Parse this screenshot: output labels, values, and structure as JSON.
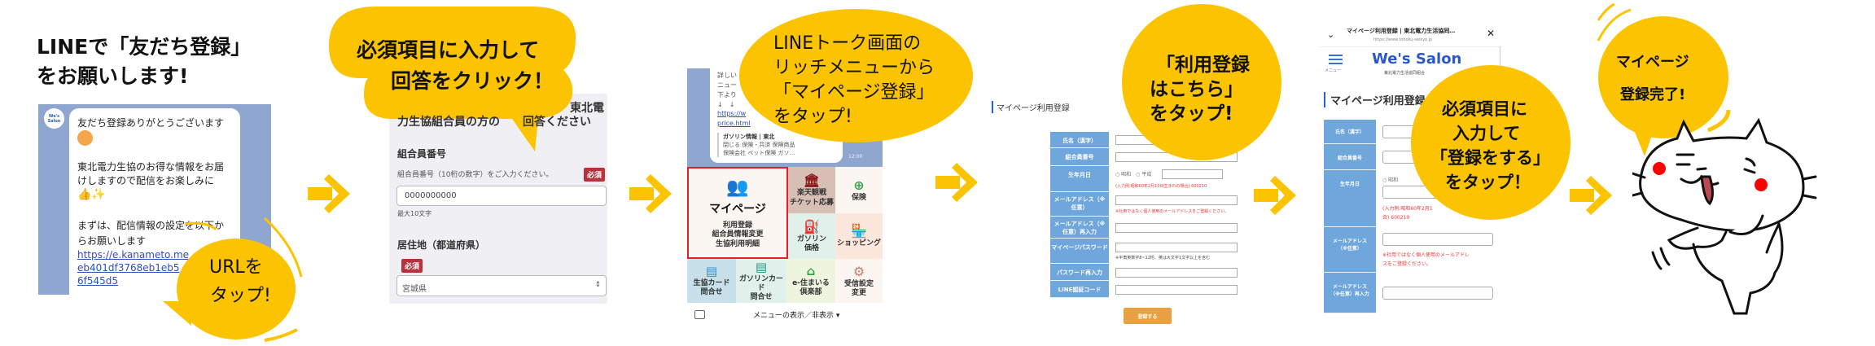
{
  "colors": {
    "accent": "#fcc400",
    "line_bg": "#8fa7d0",
    "table_label": "#6fa6dc",
    "required": "#b8323d",
    "register_button": "#e8a040",
    "mypage_border": "#e0202a"
  },
  "step1": {
    "title_line1": "LINEで「友だち登録」",
    "title_line2": "をお願いします!",
    "avatar": "We's Salon",
    "messages": [
      "友だち登録ありがとうございます",
      "東北電力生協のお得な情報をお届",
      "けしますので配信をお楽しみに",
      "まずは、配信情報の設定を以下か",
      "らお願いします"
    ],
    "url_lines": [
      "https://e.kanameto.me",
      "eb401df3768eb1eb5",
      "6f545d5"
    ],
    "bubble": [
      "URLを",
      "タップ!"
    ]
  },
  "step2": {
    "bubble": [
      "必須項目に入力して",
      "回答をクリック！"
    ],
    "heading": [
      "東北電",
      "力生協組合員の方の　　回答ください"
    ],
    "member_label": "組合員番号",
    "member_hint": "組合員番号（10桁の数字）をご入力ください。",
    "required": "必須",
    "member_value": "0000000000",
    "member_note": "最大10文字",
    "pref_label": "居住地（都道府県）",
    "pref_value": "宮城県"
  },
  "step3": {
    "bubble": [
      "LINEトーク画面の",
      "リッチメニューから",
      "「マイページ登録」",
      "をタップ!"
    ],
    "chat_lines": [
      "詳しい",
      "ニュー",
      "下より",
      "↓　↓",
      "https://w",
      "price.html"
    ],
    "card_title": "ガソリン情報 | 東北",
    "card_lines": [
      "閉じる 保険・共済 保険商品",
      "保険会社 ペット保険 ガソ…"
    ],
    "time": "12:00",
    "mypage_title": "マイページ",
    "mypage_sub": [
      "利用登録",
      "組合員情報変更",
      "生協利用明細"
    ],
    "menu": [
      {
        "label": [
          "楽天観戦",
          "チケット応募"
        ],
        "icon": "castle-icon"
      },
      {
        "label": [
          "保険"
        ],
        "icon": "plus-pin-icon"
      },
      {
        "label": [
          "ガソリン",
          "価格"
        ],
        "icon": "gas-pump-icon"
      },
      {
        "label": [
          "ショッピング"
        ],
        "icon": "shop-icon"
      },
      {
        "label": [
          "生協カード",
          "問合せ"
        ],
        "icon": "card-icon"
      },
      {
        "label": [
          "ガソリンカード",
          "問合せ"
        ],
        "icon": "card-icon"
      },
      {
        "label": [
          "e-住まいる",
          "倶楽部"
        ],
        "icon": "house-icon"
      },
      {
        "label": [
          "受信設定",
          "変更"
        ],
        "icon": "gear-icon"
      }
    ],
    "footer": "メニューの表示／非表示 ▾"
  },
  "step4": {
    "bubble": [
      "「利用登録",
      "はこちら」",
      "をタップ!"
    ],
    "title": "マイページ利用登録",
    "rows": [
      "氏名（漢字）",
      "組合員番号",
      "生年月日",
      "メールアドレス（※任意）",
      "メールアドレス（※任意）再入力",
      "マイページパスワード",
      "パスワード再入力",
      "LINE認証コード"
    ],
    "era_options": [
      "昭和",
      "平成"
    ],
    "birth_note": "(入力例:昭和60年2月10日生まれの場合) 600210",
    "email_note": "※社用ではなく個人使用のメールアドレスをご登録ください。",
    "password_note": "※半角英数字8~12桁、英は大文字1文字以上を含む",
    "submit": "登録する"
  },
  "step5": {
    "browser_title": "マイページ利用登録 | 東北電力生活協同…",
    "browser_url": "https://www.tohoku-seikyo.jp",
    "menu_label": "メニュー",
    "logo": "We's Salon",
    "logo_sub": "東北電力生活協同組合",
    "title": "マイページ利用登録",
    "rows": [
      "氏名（漢字）",
      "組合員番号",
      "生年月日",
      "メールアドレス（※任意）",
      "メールアドレス（※任意）再入力"
    ],
    "era_option": "昭和",
    "birth_note": [
      "(入力例:昭和60年2月1",
      "合) 600210"
    ],
    "email_note": [
      "※社用ではなく個人使用のメールアドレ",
      "スをご登録ください。"
    ],
    "bubble": [
      "必須項目に",
      "入力して",
      "「登録をする」",
      "をタップ！"
    ]
  },
  "step6": {
    "bubble": [
      "マイページ",
      "登録完了!"
    ]
  }
}
